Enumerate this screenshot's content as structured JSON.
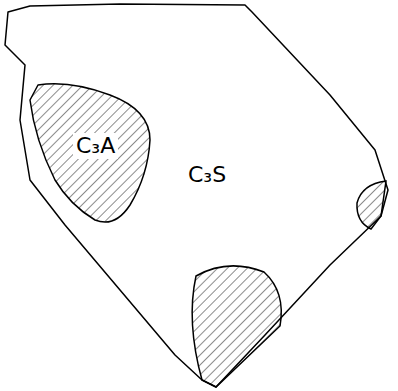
{
  "diagram": {
    "nodes": [
      {
        "text": [
          "C₃S"
        ]
      },
      {
        "text": [
          "C₃A"
        ],
        "in": 0
      }
    ]
  }
}
